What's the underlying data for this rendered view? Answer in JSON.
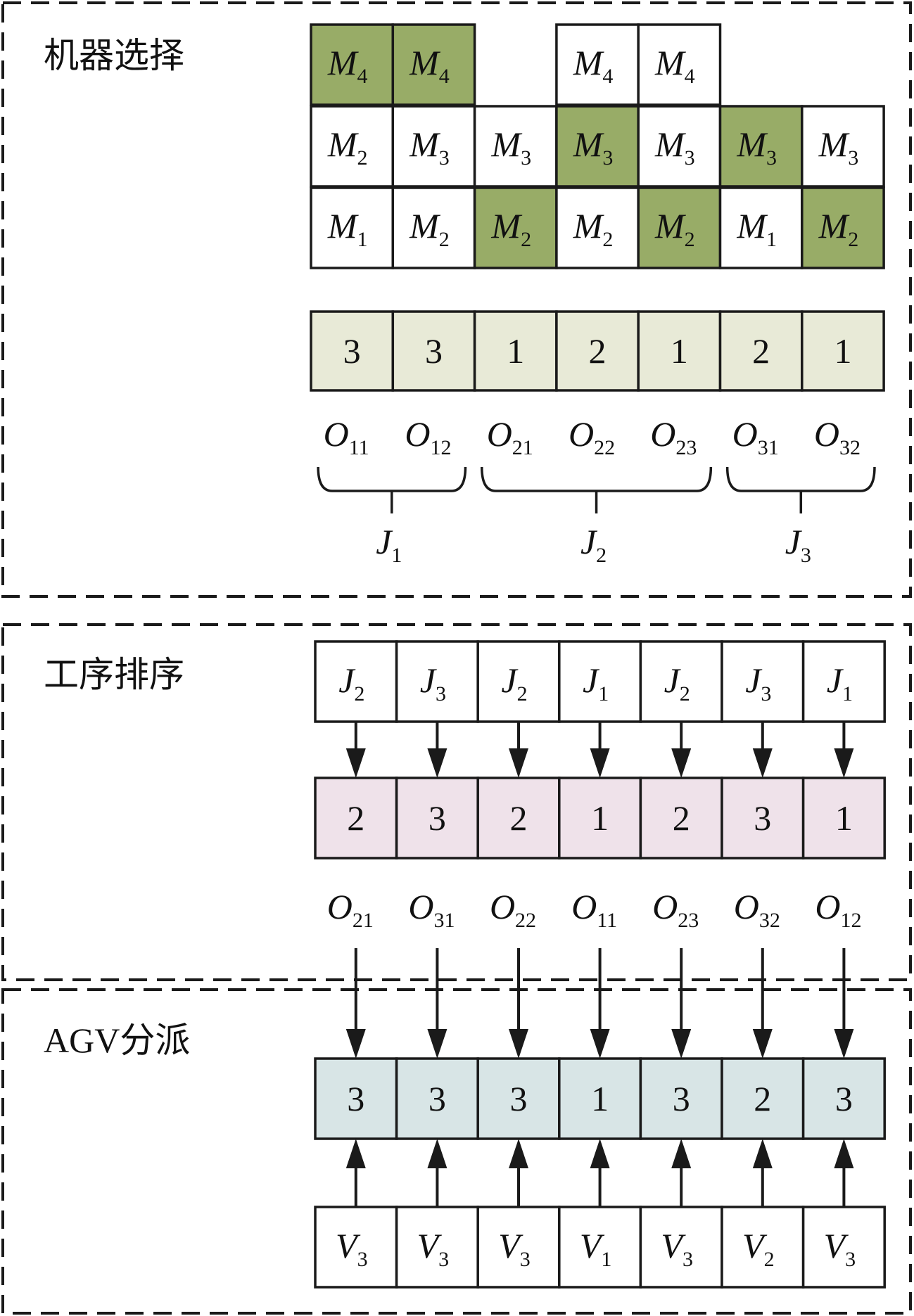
{
  "colors": {
    "selected": "#98ac67",
    "gene_machine": "#e8ead7",
    "gene_order": "#efe2ea",
    "gene_agv": "#d8e5e6",
    "border": "#1a1a1a",
    "dash": "#1a1a1a"
  },
  "sections": {
    "machine_selection": "机器选择",
    "operation_sequencing": "工序排序",
    "agv_assignment": "AGV分派"
  },
  "machine_selection": {
    "candidate_rows": [
      [
        {
          "label": "M",
          "sub": "4",
          "selected": true
        },
        {
          "label": "M",
          "sub": "4",
          "selected": true
        },
        null,
        {
          "label": "M",
          "sub": "4",
          "selected": false
        },
        {
          "label": "M",
          "sub": "4",
          "selected": false
        },
        null,
        null
      ],
      [
        {
          "label": "M",
          "sub": "2",
          "selected": false
        },
        {
          "label": "M",
          "sub": "3",
          "selected": false
        },
        {
          "label": "M",
          "sub": "3",
          "selected": false
        },
        {
          "label": "M",
          "sub": "3",
          "selected": true
        },
        {
          "label": "M",
          "sub": "3",
          "selected": false
        },
        {
          "label": "M",
          "sub": "3",
          "selected": true
        },
        {
          "label": "M",
          "sub": "3",
          "selected": false
        }
      ],
      [
        {
          "label": "M",
          "sub": "1",
          "selected": false
        },
        {
          "label": "M",
          "sub": "2",
          "selected": false
        },
        {
          "label": "M",
          "sub": "2",
          "selected": true
        },
        {
          "label": "M",
          "sub": "2",
          "selected": false
        },
        {
          "label": "M",
          "sub": "2",
          "selected": true
        },
        {
          "label": "M",
          "sub": "1",
          "selected": false
        },
        {
          "label": "M",
          "sub": "2",
          "selected": true
        }
      ]
    ],
    "gene": [
      "3",
      "3",
      "1",
      "2",
      "1",
      "2",
      "1"
    ],
    "operations": [
      {
        "label": "O",
        "sub": "11"
      },
      {
        "label": "O",
        "sub": "12"
      },
      {
        "label": "O",
        "sub": "21"
      },
      {
        "label": "O",
        "sub": "22"
      },
      {
        "label": "O",
        "sub": "23"
      },
      {
        "label": "O",
        "sub": "31"
      },
      {
        "label": "O",
        "sub": "32"
      }
    ],
    "jobs": [
      {
        "label": "J",
        "sub": "1",
        "from": 0,
        "to": 1
      },
      {
        "label": "J",
        "sub": "2",
        "from": 2,
        "to": 4
      },
      {
        "label": "J",
        "sub": "3",
        "from": 5,
        "to": 6
      }
    ]
  },
  "operation_sequencing": {
    "jobs": [
      {
        "label": "J",
        "sub": "2"
      },
      {
        "label": "J",
        "sub": "3"
      },
      {
        "label": "J",
        "sub": "2"
      },
      {
        "label": "J",
        "sub": "1"
      },
      {
        "label": "J",
        "sub": "2"
      },
      {
        "label": "J",
        "sub": "3"
      },
      {
        "label": "J",
        "sub": "1"
      }
    ],
    "gene": [
      "2",
      "3",
      "2",
      "1",
      "2",
      "3",
      "1"
    ],
    "operations": [
      {
        "label": "O",
        "sub": "21"
      },
      {
        "label": "O",
        "sub": "31"
      },
      {
        "label": "O",
        "sub": "22"
      },
      {
        "label": "O",
        "sub": "11"
      },
      {
        "label": "O",
        "sub": "23"
      },
      {
        "label": "O",
        "sub": "32"
      },
      {
        "label": "O",
        "sub": "12"
      }
    ]
  },
  "agv_assignment": {
    "gene": [
      "3",
      "3",
      "3",
      "1",
      "3",
      "2",
      "3"
    ],
    "vehicles": [
      {
        "label": "V",
        "sub": "3"
      },
      {
        "label": "V",
        "sub": "3"
      },
      {
        "label": "V",
        "sub": "3"
      },
      {
        "label": "V",
        "sub": "1"
      },
      {
        "label": "V",
        "sub": "3"
      },
      {
        "label": "V",
        "sub": "2"
      },
      {
        "label": "V",
        "sub": "3"
      }
    ]
  }
}
